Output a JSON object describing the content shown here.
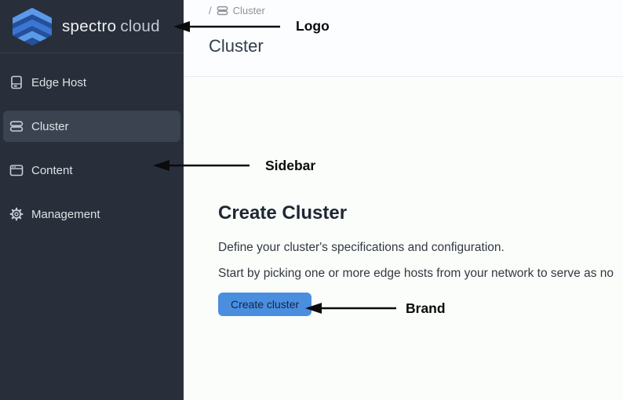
{
  "brand": {
    "name_primary": "spectro",
    "name_secondary": "cloud"
  },
  "sidebar": {
    "items": [
      {
        "label": "Edge Host",
        "icon": "edge-host-icon",
        "active": false
      },
      {
        "label": "Cluster",
        "icon": "cluster-icon",
        "active": true
      },
      {
        "label": "Content",
        "icon": "content-icon",
        "active": false
      },
      {
        "label": "Management",
        "icon": "management-icon",
        "active": false
      }
    ]
  },
  "header": {
    "breadcrumb": {
      "separator": "/",
      "item": "Cluster"
    },
    "title": "Cluster"
  },
  "main": {
    "heading": "Create Cluster",
    "description_line1": "Define your cluster's specifications and configuration.",
    "description_line2": "Start by picking one or more edge hosts from your network to serve as no",
    "create_button_label": "Create cluster"
  },
  "annotations": [
    {
      "label": "Logo"
    },
    {
      "label": "Sidebar"
    },
    {
      "label": "Brand"
    }
  ],
  "colors": {
    "sidebar_bg": "#292f3a",
    "sidebar_active_bg": "#3b4350",
    "brand_blue_light": "#5b9ae8",
    "brand_blue_dark": "#24509a",
    "button_bg": "#4a8ee0",
    "annotation_black": "#0b0b0b"
  }
}
